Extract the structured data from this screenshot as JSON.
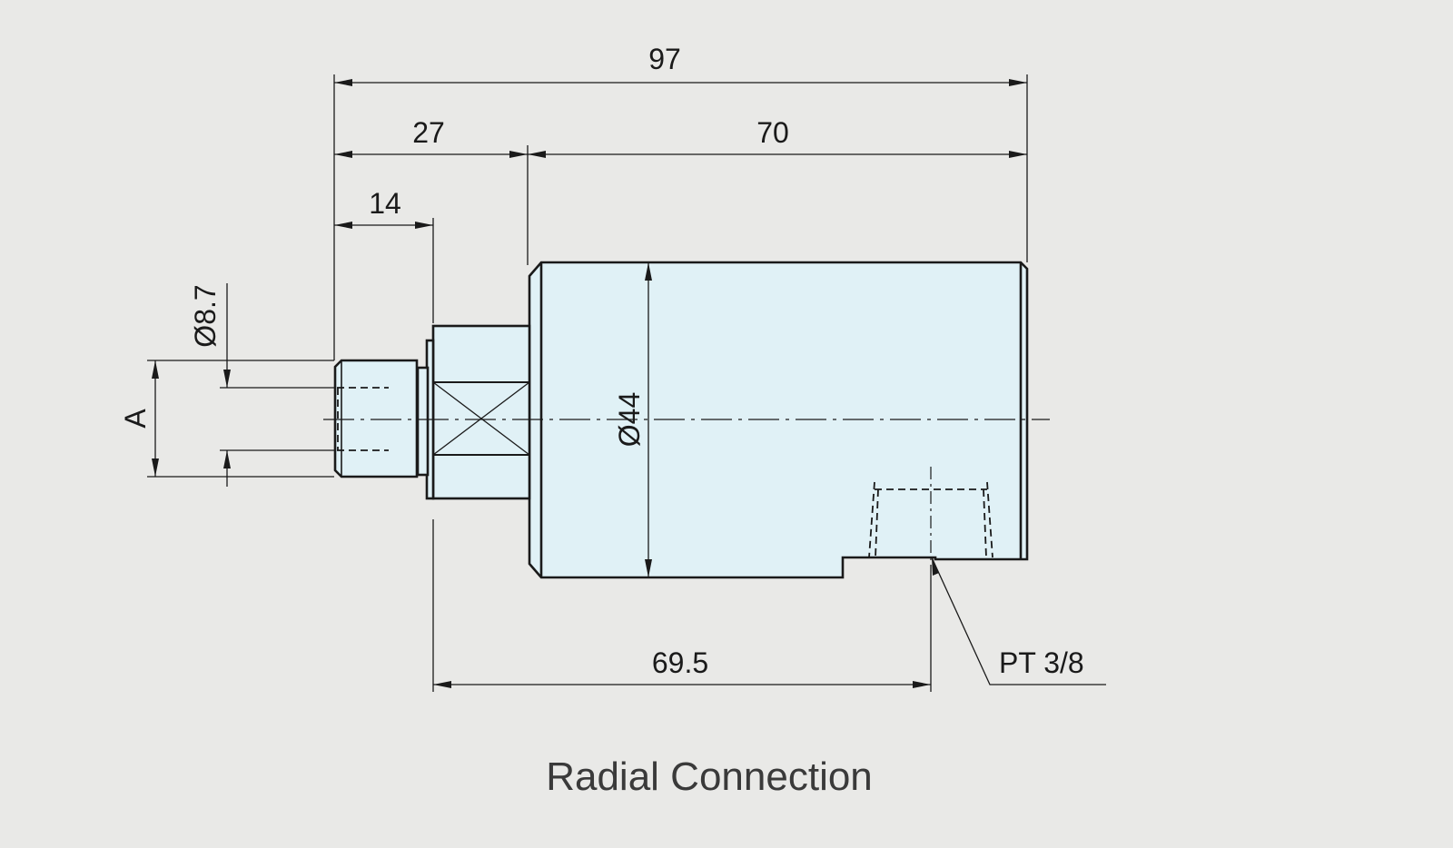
{
  "drawing": {
    "dimensions": {
      "overall_length": "97",
      "fitting_length": "27",
      "body_length": "70",
      "thread_length": "14",
      "bore_diameter": "Ø8.7",
      "body_diameter": "Ø44",
      "thread_label": "A",
      "port_distance": "69.5",
      "port_thread": "PT 3/8"
    },
    "caption": "Radial Connection",
    "colors": {
      "background": "#e9e9e7",
      "part_fill": "#e0f1f6",
      "line": "#1a1a1a",
      "caption": "#3a3a3a"
    }
  }
}
